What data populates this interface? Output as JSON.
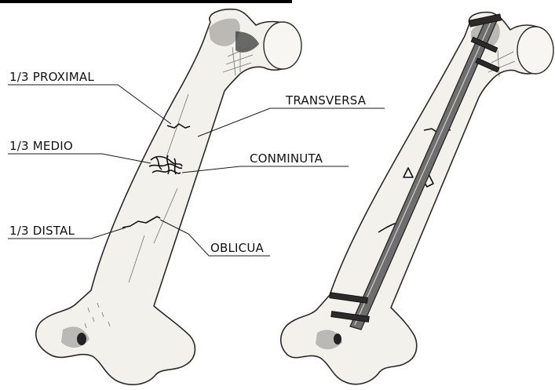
{
  "labels": {
    "proximal": "1/3 PROXIMAL",
    "medio": "1/3 MEDIO",
    "distal": "1/3 DISTAL",
    "transversa": "TRANSVERSA",
    "conminuta": "CONMINUTA",
    "oblicua": "OBLICUA"
  }
}
